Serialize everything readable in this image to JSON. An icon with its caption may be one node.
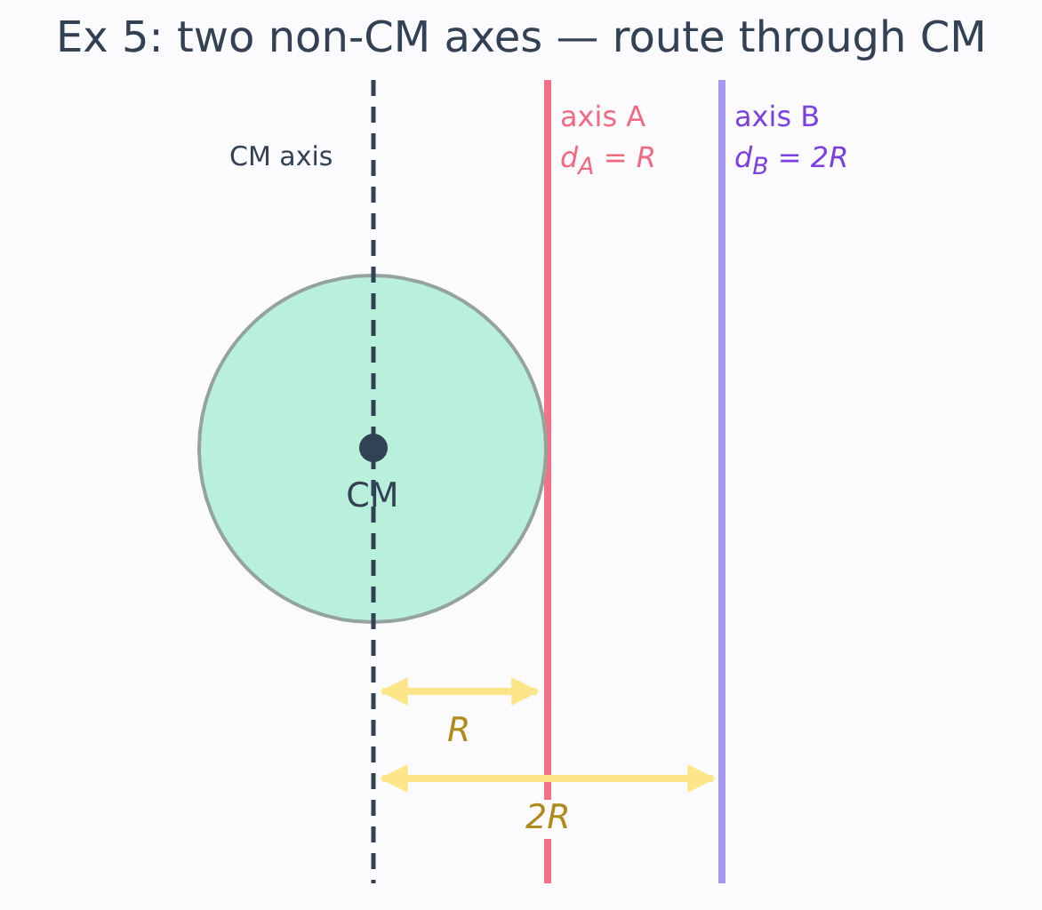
{
  "diagram": {
    "title": "Ex 5: two non-CM axes — route through CM",
    "nodes": [
      {
        "text": [
          "CM"
        ]
      }
    ],
    "labels": [
      "CM axis",
      "axis A",
      "d$_{A}$ = R",
      "axis B",
      "d$_{B}$ = 2R",
      "R",
      "2R"
    ]
  }
}
